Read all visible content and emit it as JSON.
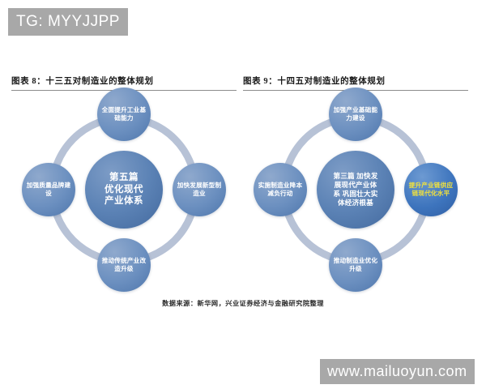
{
  "watermarks": {
    "top": "TG: MYYJJPP",
    "bottom": "www.mailuoyun.com"
  },
  "source_note": "数据来源：新华网，兴业证券经济与金融研究院整理",
  "colors": {
    "ring": "#b7c2d6",
    "node_blue": "#6c90c0",
    "hub_blue": "#5b82b5",
    "highlight_blue": "#3d74bd",
    "highlight_text": "#f2e23c",
    "watermark_band": "#a8a8a8",
    "title_rule": "#8d8d8d"
  },
  "figures": [
    {
      "title": "图表 8：十三五对制造业的整体规划",
      "center": "第五篇\n优化现代\n产业体系",
      "center_lines": [
        "第五篇",
        "优化现代",
        "产业体系"
      ],
      "nodes": {
        "north": "全面提升工业基础能力",
        "east": "加快发展新型制造业",
        "south": "推动传统产业改造升级",
        "west": "加强质量品牌建设"
      },
      "highlight": "none"
    },
    {
      "title": "图表 9：十四五对制造业的整体规划",
      "center": "第三篇 加快发展现代产业体系 巩固壮大实体经济根基",
      "center_lines": [
        "第三篇 加快发",
        "展现代产业体",
        "系 巩固壮大实",
        "体经济根基"
      ],
      "nodes": {
        "north": "加强产业基础能力建设",
        "east": "提升产业链供应链现代化水平",
        "south": "推动制造业优化升级",
        "west": "实施制造业降本减负行动"
      },
      "highlight": "east"
    }
  ]
}
